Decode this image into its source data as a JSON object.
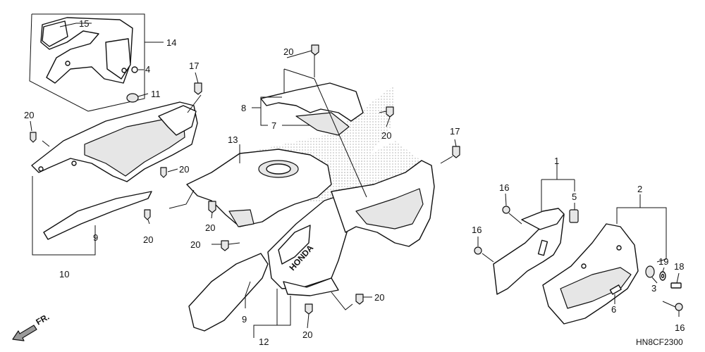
{
  "diagram": {
    "callouts": {
      "c1": "1",
      "c2": "2",
      "c3": "3",
      "c4": "4",
      "c5": "5",
      "c6": "6",
      "c7": "7",
      "c8": "8",
      "c9a": "9",
      "c9b": "9",
      "c10": "10",
      "c11": "11",
      "c12": "12",
      "c13": "13",
      "c14": "14",
      "c15": "15",
      "c16a": "16",
      "c16b": "16",
      "c16c": "16",
      "c17a": "17",
      "c17b": "17",
      "c18": "18",
      "c19": "19",
      "c20a": "20",
      "c20b": "20",
      "c20c": "20",
      "c20d": "20",
      "c20e": "20",
      "c20f": "20",
      "c20g": "20",
      "c20h": "20",
      "c20i": "20"
    },
    "direction_label": "FR.",
    "diagram_code": "HN8CF2300",
    "brand_mark": "HONDA"
  }
}
